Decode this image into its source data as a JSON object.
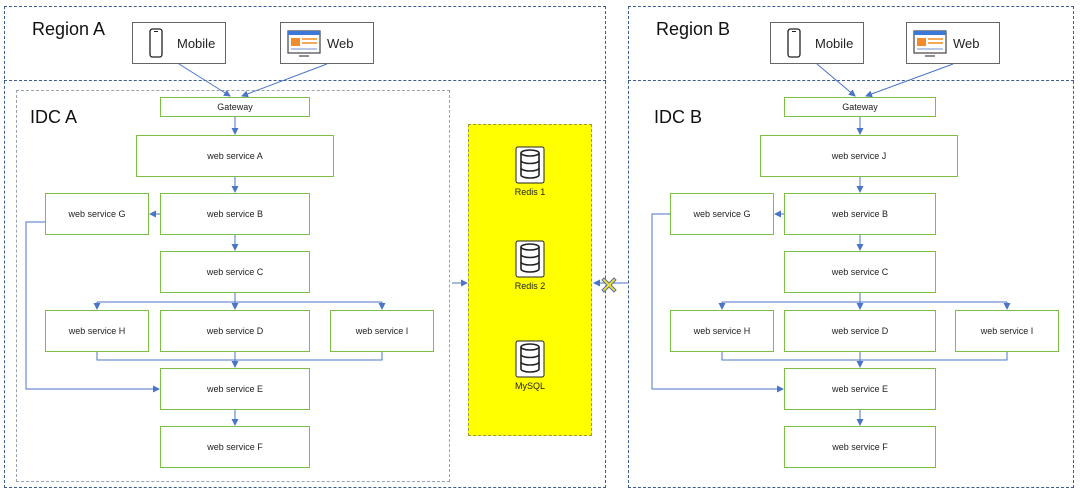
{
  "region_a": {
    "title": "Region A",
    "clients": {
      "mobile": "Mobile",
      "web": "Web"
    },
    "idc": {
      "title": "IDC A",
      "gateway": "Gateway",
      "services": {
        "a": "web service A",
        "b": "web service B",
        "c": "web service C",
        "d": "web service D",
        "e": "web service E",
        "f": "web service F",
        "g": "web service G",
        "h": "web service H",
        "i": "web service I"
      }
    }
  },
  "shared_storage": {
    "redis1": "Redis 1",
    "redis2": "Redis 2",
    "mysql": "MySQL",
    "fill_color": "#ffff00"
  },
  "region_b": {
    "title": "Region B",
    "clients": {
      "mobile": "Mobile",
      "web": "Web"
    },
    "idc": {
      "title": "IDC B",
      "gateway": "Gateway",
      "services": {
        "j": "web service J",
        "b": "web service B",
        "c": "web service C",
        "d": "web service D",
        "e": "web service E",
        "f": "web service F",
        "g": "web service G",
        "h": "web service H",
        "i": "web service I"
      }
    }
  },
  "colors": {
    "region_border": "#3d5d8f",
    "service_border": "#7dbf45",
    "arrow": "#4a74c8",
    "blocked_connection_mark": "#f2e52e"
  },
  "icons": {
    "mobile": "smartphone-icon",
    "web": "browser-window-icon",
    "database": "database-cylinder-icon",
    "blocked": "x-mark-icon"
  }
}
